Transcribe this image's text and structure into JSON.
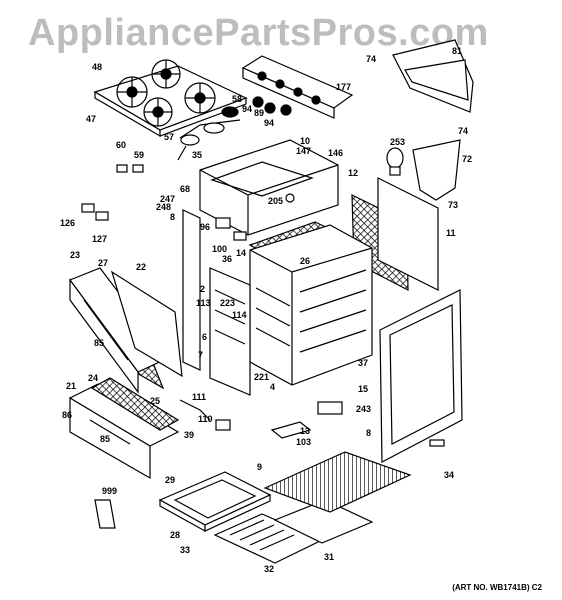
{
  "watermark": "AppliancePartsPros.com",
  "art_number": "(ART NO. WB1741B) C2",
  "callouts": [
    "48",
    "47",
    "58",
    "177",
    "74",
    "81",
    "74",
    "94",
    "89",
    "94",
    "57",
    "60",
    "59",
    "35",
    "10",
    "147",
    "146",
    "253",
    "72",
    "68",
    "205",
    "12",
    "73",
    "247",
    "248",
    "8",
    "96",
    "126",
    "127",
    "11",
    "100",
    "14",
    "36",
    "26",
    "23",
    "27",
    "22",
    "2",
    "113",
    "223",
    "114",
    "85",
    "6",
    "7",
    "37",
    "221",
    "4",
    "15",
    "21",
    "24",
    "25",
    "111",
    "243",
    "86",
    "85",
    "39",
    "110",
    "13",
    "103",
    "8",
    "9",
    "34",
    "999",
    "29",
    "28",
    "33",
    "32",
    "31"
  ]
}
